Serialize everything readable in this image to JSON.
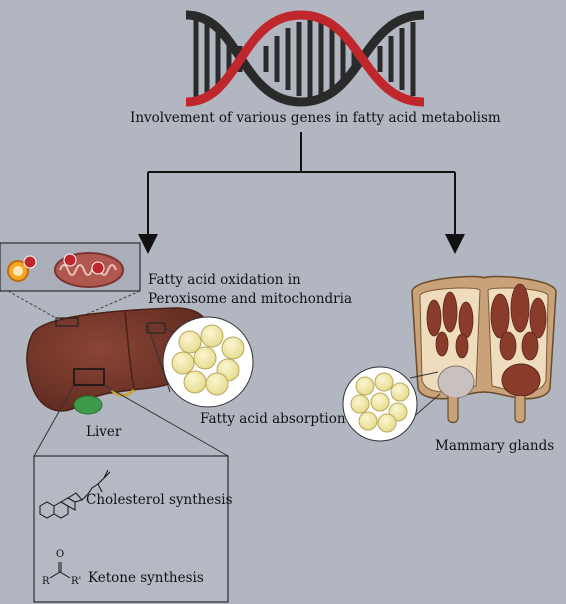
{
  "title": "Involvement of various genes in fatty acid metabolism",
  "labels": {
    "oxidation_line1": "Fatty acid oxidation in",
    "oxidation_line2": "Peroxisome and mitochondria",
    "absorption": "Fatty acid absorption",
    "liver": "Liver",
    "mammary": "Mammary glands",
    "cholesterol": "Cholesterol synthesis",
    "ketone": "Ketone synthesis",
    "chem_r": "R",
    "chem_r_prime": "R'",
    "chem_o": "O"
  },
  "icons": {
    "dna": "dna-helix-icon",
    "liver": "liver-icon",
    "mammary": "mammary-gland-icon",
    "adipocytes": "fat-cell-cluster-icon",
    "peroxisome": "peroxisome-icon",
    "mitochondrion": "mitochondrion-icon"
  },
  "colors": {
    "background": "#b1b6c1",
    "dna_red": "#c0272d",
    "dna_dark": "#2a2a2a",
    "liver": "#7b3b2e",
    "fat_cell": "#f3eab0",
    "arrow": "#111111"
  }
}
